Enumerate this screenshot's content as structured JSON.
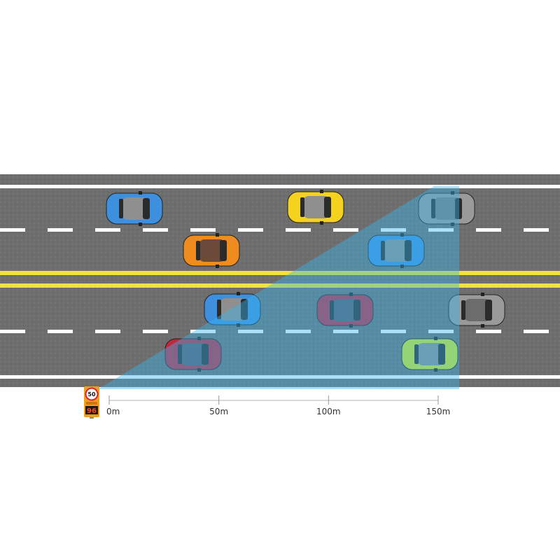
{
  "colors": {
    "road": "#6e6e6e",
    "lane_marking": "#ffffff",
    "center_line": "#f2e23c",
    "radar_beam": "#37b4f0",
    "sign_body": "#f0a020",
    "display": "#ff4a1c"
  },
  "sign": {
    "speed_limit": "50",
    "display_reading": "96"
  },
  "scale": {
    "ticks": [
      {
        "label": "0m",
        "meters": 0
      },
      {
        "label": "50m",
        "meters": 50
      },
      {
        "label": "100m",
        "meters": 100
      },
      {
        "label": "150m",
        "meters": 150
      }
    ]
  },
  "cars": [
    {
      "name": "car-blue-top-left",
      "color": "#3e8fde",
      "roof": "#8f8f8f"
    },
    {
      "name": "car-yellow-top-middle",
      "color": "#f5d21e",
      "roof": "#8f8f8f"
    },
    {
      "name": "car-gray-top-right",
      "color": "#9a9a9a",
      "roof": "#7a7a7a"
    },
    {
      "name": "car-orange",
      "color": "#f08c1e",
      "roof": "#6b4a3a"
    },
    {
      "name": "car-blue-lane2-right",
      "color": "#3e8fde",
      "roof": "#8f8f8f"
    },
    {
      "name": "car-blue-lane3",
      "color": "#3e8fde",
      "roof": "#8f8f8f"
    },
    {
      "name": "car-red-lane3",
      "color": "#c0283c",
      "roof": "#5a5a66"
    },
    {
      "name": "car-gray-lane3-right",
      "color": "#9a9a9a",
      "roof": "#6c6c6c"
    },
    {
      "name": "car-red-lane4",
      "color": "#c0283c",
      "roof": "#5a5a66"
    },
    {
      "name": "car-yellow-lane4",
      "color": "#d8ea1e",
      "roof": "#8f8f8f"
    }
  ]
}
